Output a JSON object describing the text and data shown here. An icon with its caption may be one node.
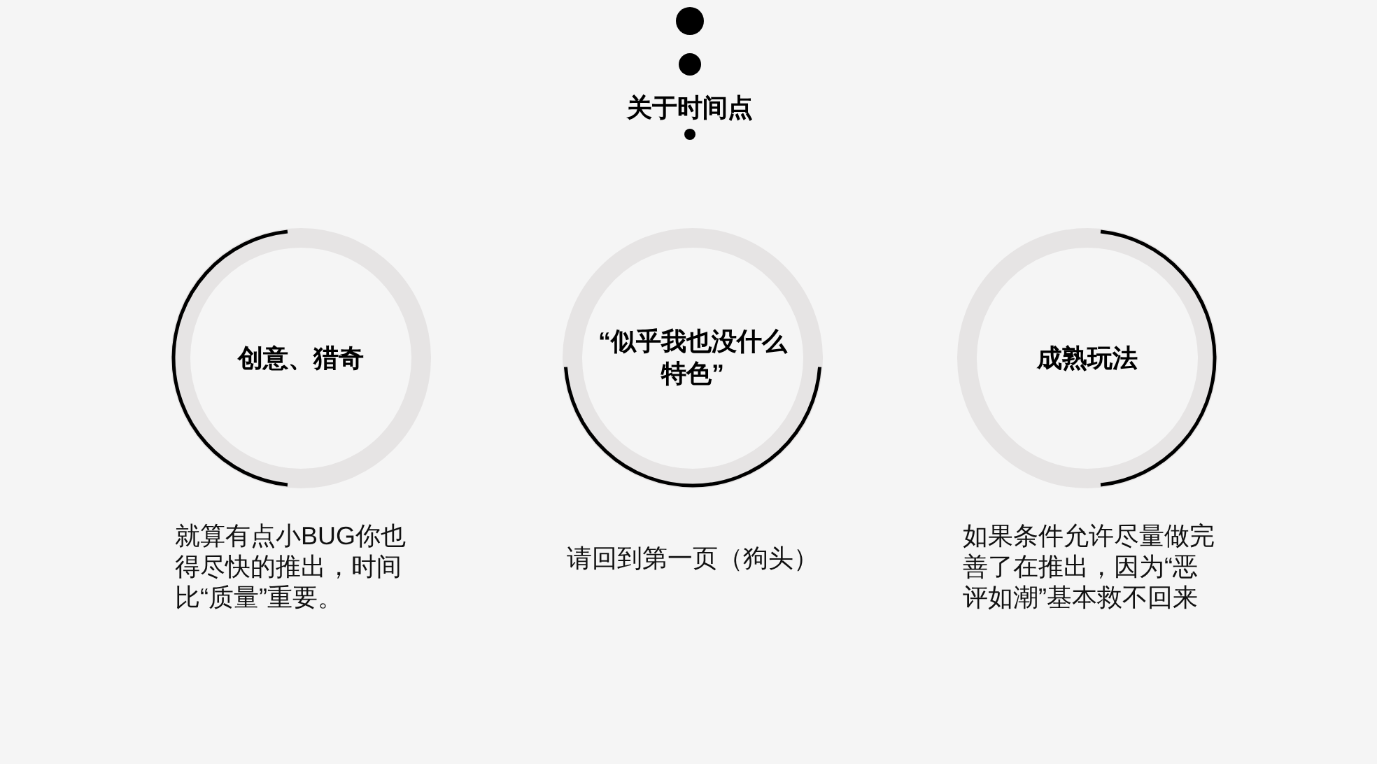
{
  "diagram": {
    "title": "关于时间点",
    "nodes": [
      {
        "text": [
          "创意、猎奇"
        ],
        "beside": [
          "就算有点小BUG你也得尽快的推出，时间比“质量”重要。"
        ]
      },
      {
        "text": [
          "“似乎我也没什么特色”"
        ],
        "beside": [
          "请回到第一页（狗头）"
        ]
      },
      {
        "text": [
          "成熟玩法"
        ],
        "beside": [
          "如果条件允许尽量做完善了在推出，因为“恶评如潮”基本救不回来"
        ]
      }
    ]
  }
}
